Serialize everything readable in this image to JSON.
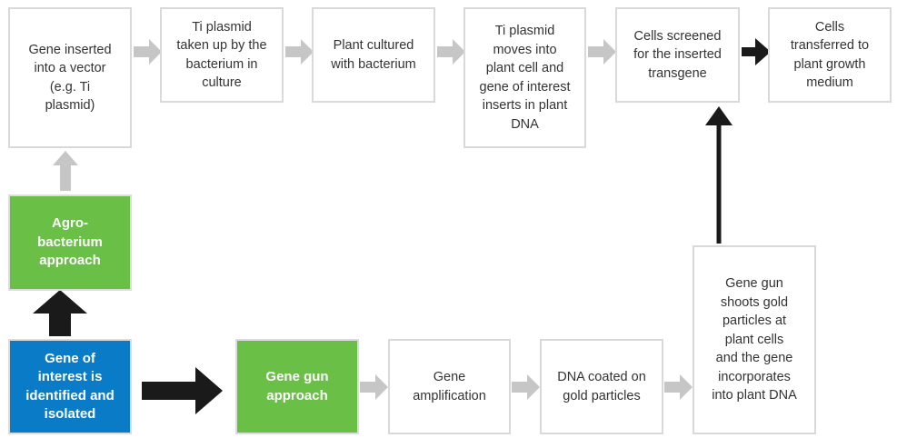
{
  "top_row": [
    {
      "id": "vector",
      "label": "Gene inserted\ninto a vector\n(e.g. Ti\nplasmid)"
    },
    {
      "id": "uptake",
      "label": "Ti plasmid\ntaken up by the\nbacterium in\nculture"
    },
    {
      "id": "cultured",
      "label": "Plant cultured\nwith bacterium"
    },
    {
      "id": "moves",
      "label": "Ti plasmid\nmoves into\nplant cell and\ngene of interest\ninserts in plant\nDNA"
    },
    {
      "id": "screened",
      "label": "Cells screened\nfor the inserted\ntransgene"
    },
    {
      "id": "transferred",
      "label": "Cells\ntransferred to\nplant growth\nmedium"
    }
  ],
  "agro": {
    "label": "Agro-\nbacterium\napproach"
  },
  "gene_of_interest": {
    "label": "Gene of\ninterest is\nidentified and\nisolated"
  },
  "bottom_row": [
    {
      "id": "gun",
      "label": "Gene gun\napproach"
    },
    {
      "id": "amplification",
      "label": "Gene\namplification"
    },
    {
      "id": "coated",
      "label": "DNA coated on\ngold particles"
    }
  ],
  "shoots": {
    "label": "Gene gun\nshoots gold\nparticles at\nplant cells\nand the gene\nincorporates\ninto plant DNA"
  },
  "colors": {
    "green": "#6abf46",
    "blue": "#0a7bc7",
    "arrow_gray": "#c6c6c6",
    "arrow_black": "#1a1a1a",
    "border": "#d9d9d9"
  }
}
